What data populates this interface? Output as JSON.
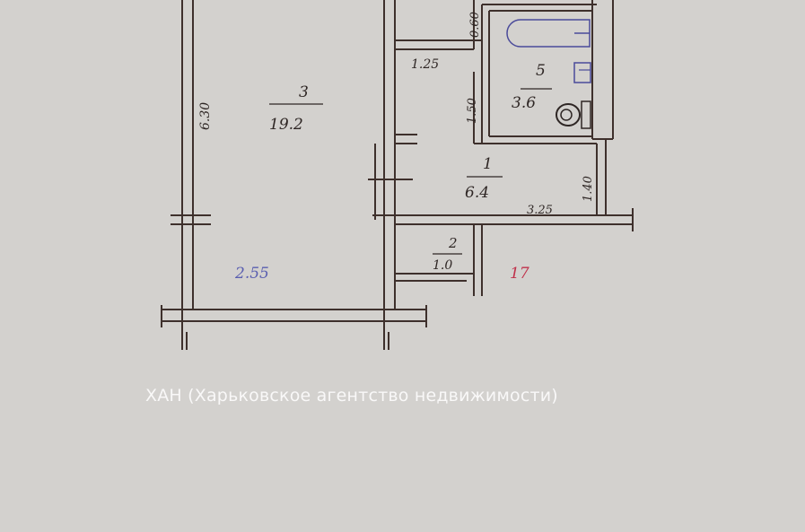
{
  "rooms": [
    {
      "number": "3",
      "area": "19.2"
    },
    {
      "number": "5",
      "area": "3.6"
    },
    {
      "number": "1",
      "area": "6.4"
    },
    {
      "number": "2",
      "area": "1.0"
    }
  ],
  "dimensions": {
    "room3_length": "6.30",
    "hall_width_top": "1.25",
    "closet_depth": "0.60",
    "bath_side": "1.50",
    "hall_side": "1.40",
    "hall_width": "3.25"
  },
  "annotations": {
    "ceiling_height": "2.55",
    "red_mark": "17"
  },
  "watermark": "ХАН (Харьковское агентство недвижимости)",
  "colors": {
    "paper": "#d3d1ce",
    "wall": "#3e302c",
    "fixtures": "#4a4a9a",
    "blue_ink": "#5a5fb0",
    "red_ink": "#c0304a"
  }
}
